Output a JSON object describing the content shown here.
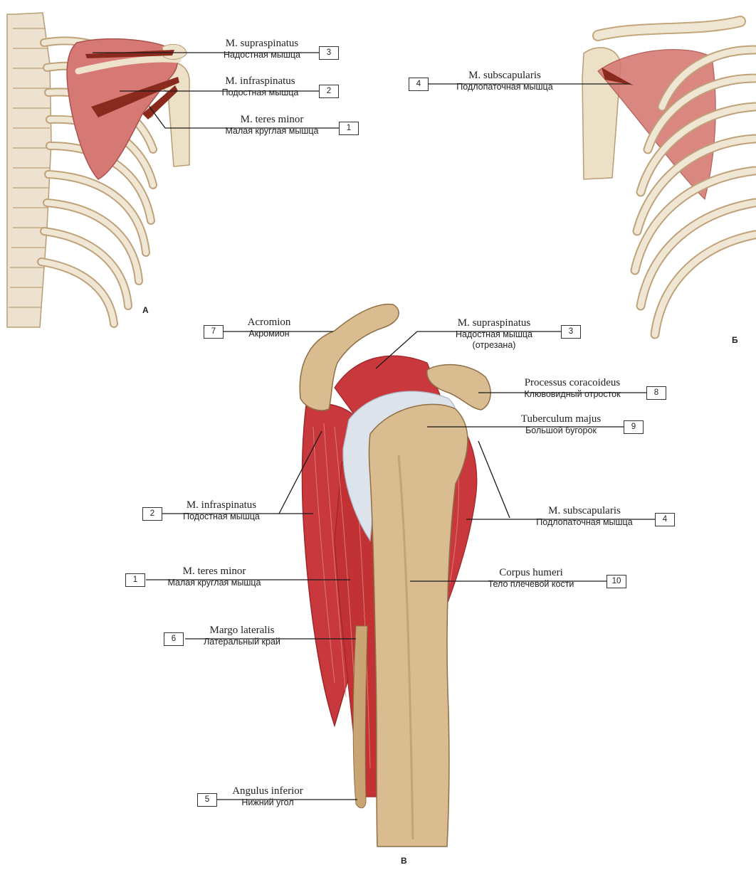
{
  "panels": [
    "А",
    "Б",
    "В"
  ],
  "labels": [
    {
      "id": "a3",
      "number": "3",
      "latin": "M. supraspinatus",
      "russian": "Надостная мышца"
    },
    {
      "id": "a2",
      "number": "2",
      "latin": "M. infraspinatus",
      "russian": "Подостная мышца"
    },
    {
      "id": "a1",
      "number": "1",
      "latin": "M. teres minor",
      "russian": "Малая круглая мышца"
    },
    {
      "id": "b4",
      "number": "4",
      "latin": "M. subscapularis",
      "russian": "Подлопаточная мышца"
    },
    {
      "id": "v7",
      "number": "7",
      "latin": "Acromion",
      "russian": "Акромион"
    },
    {
      "id": "v3",
      "number": "3",
      "latin": "M. supraspinatus",
      "russian": "Надостная мышца",
      "russian2": "(отрезана)"
    },
    {
      "id": "v8",
      "number": "8",
      "latin": "Processus coracoideus",
      "russian": "Клювовидный отросток"
    },
    {
      "id": "v9",
      "number": "9",
      "latin": "Tuberculum majus",
      "russian": "Большой бугорок"
    },
    {
      "id": "v2",
      "number": "2",
      "latin": "M. infraspinatus",
      "russian": "Подостная мышца"
    },
    {
      "id": "v4",
      "number": "4",
      "latin": "M. subscapularis",
      "russian": "Подлопаточная мышца"
    },
    {
      "id": "v1",
      "number": "1",
      "latin": "M. teres minor",
      "russian": "Малая круглая мышца"
    },
    {
      "id": "v6",
      "number": "6",
      "latin": "Margo lateralis",
      "russian": "Латеральный край"
    },
    {
      "id": "v10",
      "number": "10",
      "latin": "Corpus humeri",
      "russian": "Тело плечевой кости"
    },
    {
      "id": "v5",
      "number": "5",
      "latin": "Angulus inferior",
      "russian": "Нижний угол"
    }
  ],
  "colors": {
    "bone": "#e9dcc3",
    "bone_dark": "#c8a87a",
    "humerus": "#d9bc90",
    "muscle": "#c8383c",
    "muscle_light": "#d7746f",
    "tendon": "#dde3ea",
    "line": "#1a1a1a"
  }
}
